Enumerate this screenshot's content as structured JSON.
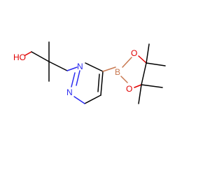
{
  "molecule": {
    "atoms": {
      "hydroxyl": "HO",
      "n1": "N",
      "n2": "N",
      "boron": "B",
      "o_upper": "O",
      "o_lower": "O"
    }
  },
  "colors": {
    "carbon_bond": "#000000",
    "nitrogen": "#2a2af0",
    "oxygen": "#e00000",
    "boron": "#c87850"
  }
}
